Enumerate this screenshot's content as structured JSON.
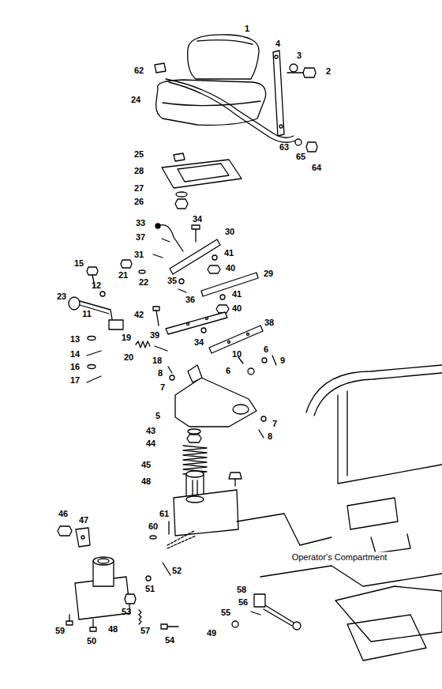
{
  "diagram": {
    "labels": [
      "1",
      "62",
      "4",
      "3",
      "2",
      "24",
      "63",
      "65",
      "64",
      "25",
      "28",
      "27",
      "26",
      "33",
      "34",
      "37",
      "30",
      "31",
      "41",
      "40",
      "35",
      "36",
      "29",
      "21",
      "22",
      "15",
      "12",
      "23",
      "11",
      "41",
      "40",
      "42",
      "13",
      "19",
      "14",
      "16",
      "17",
      "20",
      "39",
      "38",
      "34",
      "10",
      "6",
      "9",
      "6",
      "18",
      "8",
      "7",
      "5",
      "7",
      "8",
      "43",
      "44",
      "45",
      "48",
      "46",
      "47",
      "61",
      "60",
      "52",
      "51",
      "58",
      "56",
      "55",
      "53",
      "59",
      "48",
      "57",
      "49",
      "50",
      "54",
      "Operator's Compartment"
    ]
  }
}
